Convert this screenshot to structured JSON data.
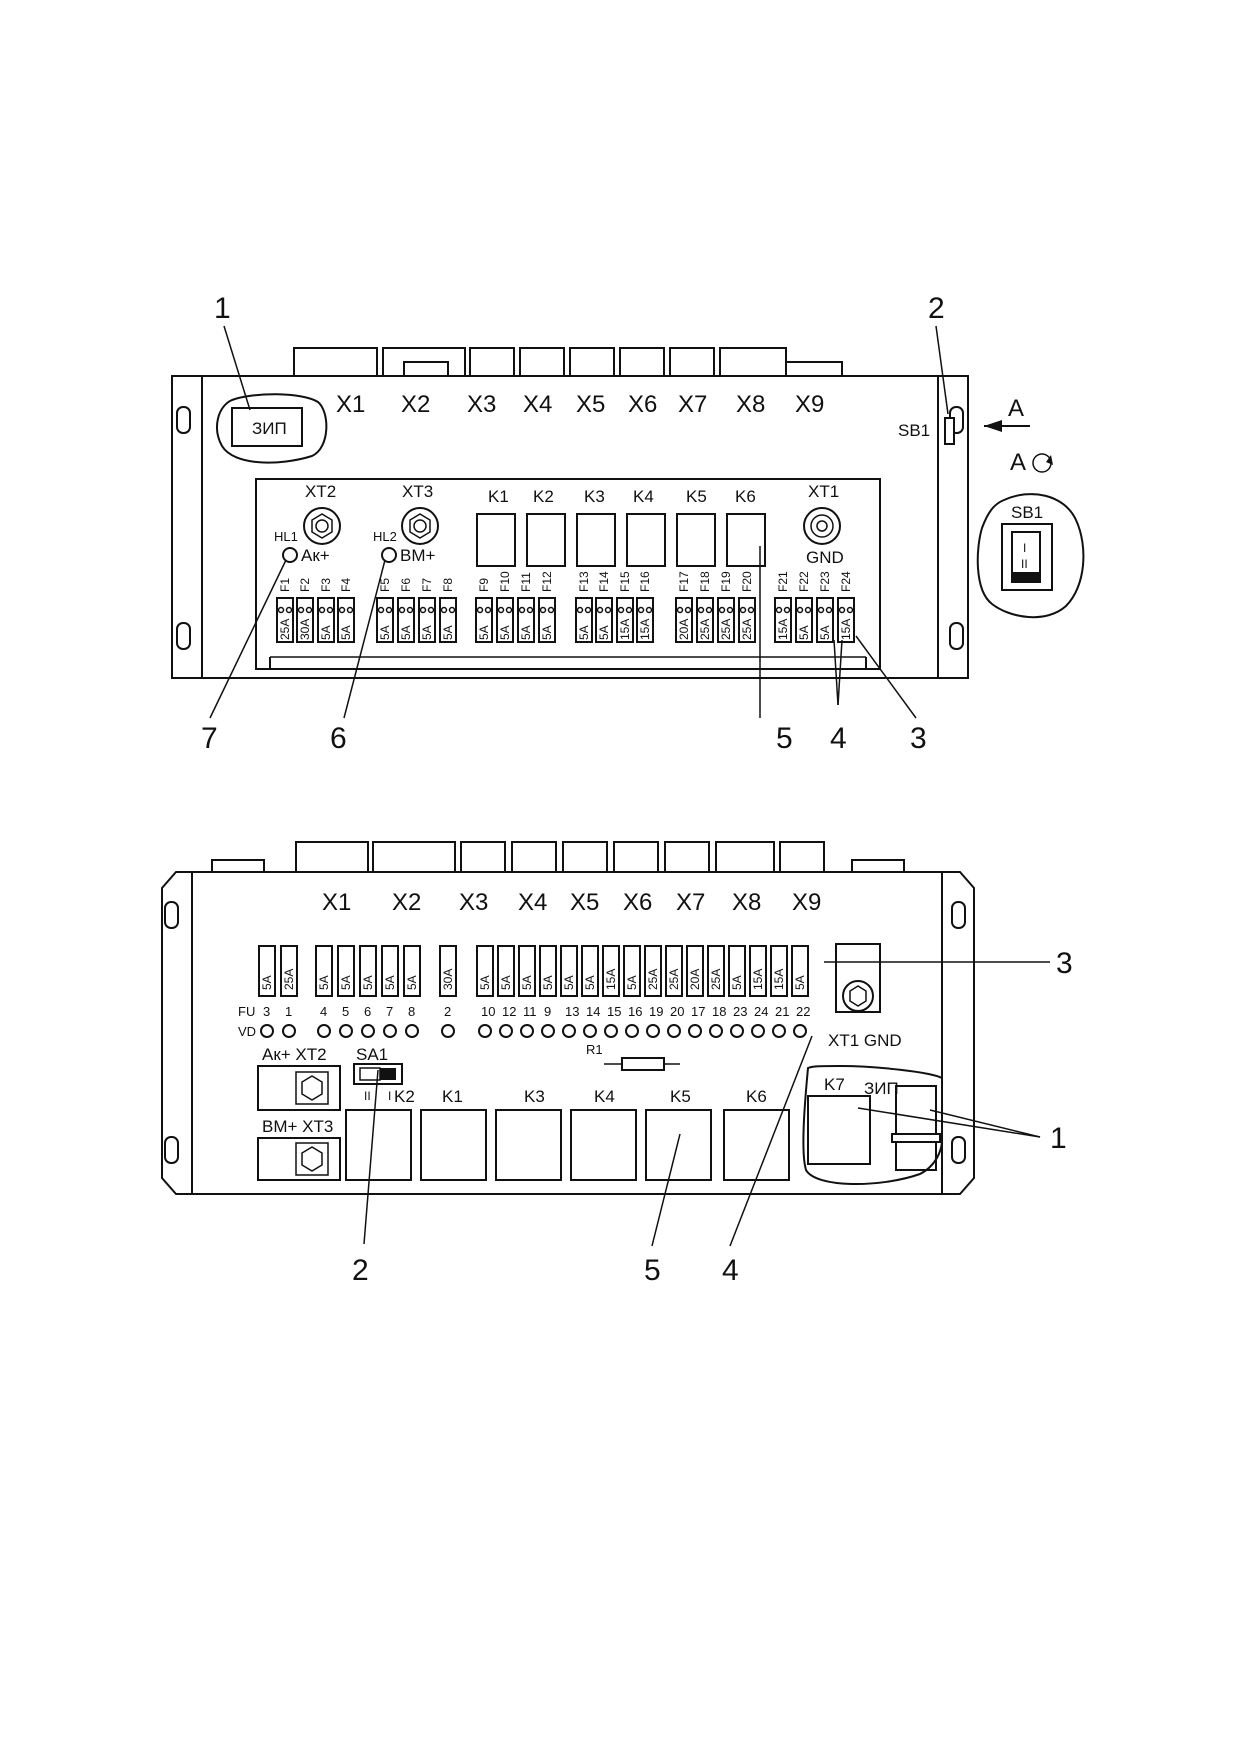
{
  "top_view": {
    "connectors": [
      "X1",
      "X2",
      "X3",
      "X4",
      "X5",
      "X6",
      "X7",
      "X8",
      "X9"
    ],
    "zip_label": "ЗИП",
    "switch_label": "SB1",
    "view_arrow_label": "A",
    "view_detail_label": "A",
    "detail_switch_label": "SB1",
    "detail_switch_positions": [
      "I",
      "II"
    ],
    "terminals": {
      "xt2": "XT2",
      "xt3": "XT3",
      "xt1": "XT1",
      "gnd": "GND"
    },
    "leds": {
      "hl1": "HL1",
      "hl2": "HL2",
      "ak": "Aк+",
      "bm": "BM+"
    },
    "relays": [
      "K1",
      "K2",
      "K3",
      "K4",
      "K5",
      "K6"
    ],
    "fuses": [
      {
        "id": "F1",
        "rating": "25A"
      },
      {
        "id": "F2",
        "rating": "30A"
      },
      {
        "id": "F3",
        "rating": "5A"
      },
      {
        "id": "F4",
        "rating": "5A"
      },
      {
        "id": "F5",
        "rating": "5A"
      },
      {
        "id": "F6",
        "rating": "5A"
      },
      {
        "id": "F7",
        "rating": "5A"
      },
      {
        "id": "F8",
        "rating": "5A"
      },
      {
        "id": "F9",
        "rating": "5A"
      },
      {
        "id": "F10",
        "rating": "5A"
      },
      {
        "id": "F11",
        "rating": "5A"
      },
      {
        "id": "F12",
        "rating": "5A"
      },
      {
        "id": "F13",
        "rating": "5A"
      },
      {
        "id": "F14",
        "rating": "5A"
      },
      {
        "id": "F15",
        "rating": "15A"
      },
      {
        "id": "F16",
        "rating": "15A"
      },
      {
        "id": "F17",
        "rating": "20A"
      },
      {
        "id": "F18",
        "rating": "25A"
      },
      {
        "id": "F19",
        "rating": "25A"
      },
      {
        "id": "F20",
        "rating": "25A"
      },
      {
        "id": "F21",
        "rating": "15A"
      },
      {
        "id": "F22",
        "rating": "5A"
      },
      {
        "id": "F23",
        "rating": "5A"
      },
      {
        "id": "F24",
        "rating": "15A"
      }
    ],
    "callouts": [
      "1",
      "2",
      "3",
      "4",
      "5",
      "6",
      "7"
    ]
  },
  "bottom_view": {
    "connectors": [
      "X1",
      "X2",
      "X3",
      "X4",
      "X5",
      "X6",
      "X7",
      "X8",
      "X9"
    ],
    "fuse_ratings": [
      "5A",
      "25A",
      "5A",
      "5A",
      "5A",
      "5A",
      "5A",
      "30A",
      "5A",
      "5A",
      "5A",
      "5A",
      "5A",
      "5A",
      "15A",
      "5A",
      "25A",
      "25A",
      "20A",
      "25A",
      "5A",
      "15A",
      "15A",
      "5A"
    ],
    "fu_label": "FU",
    "vd_label": "VD",
    "fu_numbers": [
      "3",
      "1",
      "4",
      "5",
      "6",
      "7",
      "8",
      "2",
      "10",
      "12",
      "11",
      "9",
      "13",
      "14",
      "15",
      "16",
      "19",
      "20",
      "17",
      "18",
      "23",
      "24",
      "21",
      "22"
    ],
    "terminal_ak": "Aк+ XT2",
    "terminal_bm": "BM+ XT3",
    "terminal_gnd": "XT1 GND",
    "switch_label": "SA1",
    "switch_positions": [
      "II",
      "I"
    ],
    "resistor_label": "R1",
    "relays": [
      "K2",
      "K1",
      "K3",
      "K4",
      "K5",
      "K6"
    ],
    "relay_k7": "K7",
    "zip_label": "ЗИП",
    "callouts": [
      "1",
      "2",
      "3",
      "4",
      "5"
    ]
  }
}
